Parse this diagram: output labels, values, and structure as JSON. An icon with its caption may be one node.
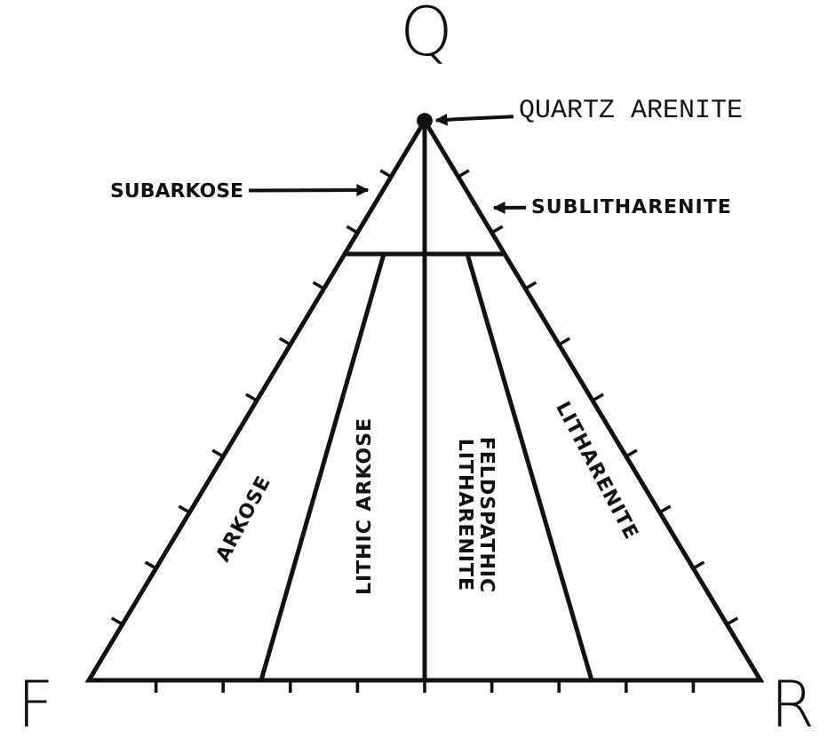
{
  "diagram": {
    "nodes": [
      {
        "text": [
          "QUARTZ ARENITE"
        ]
      },
      {
        "text": [],
        "shape": "circle"
      },
      {
        "text": [
          "SUBARKOSE"
        ]
      },
      {
        "text": [
          "SUBLITHARENITE"
        ]
      }
    ],
    "edges": [
      {
        "from": 0,
        "to": 1,
        "arrow": "to"
      },
      {
        "from": 2,
        "to": null,
        "arrow": "to"
      },
      {
        "from": 3,
        "to": null,
        "arrow": "to"
      }
    ],
    "labels": [
      "Q",
      "F",
      "R",
      "ARKOSE",
      "LITHIC ARKOSE",
      "FELDSPATHIC LITHARENITE",
      "LITHARENITE"
    ]
  }
}
